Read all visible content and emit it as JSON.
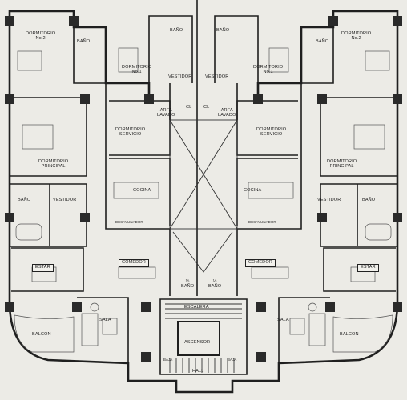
{
  "colors": {
    "paper": "#ecebe6",
    "wall": "#1f1f1f",
    "column": "#2a2a2a",
    "line": "#555555"
  },
  "labels": {
    "dormitorio_2": "DORMITORIO\nNo.2",
    "dormitorio_1": "DORMITORIO\nNo.1",
    "bano": "BAÑO",
    "vestidor": "VESTIDOR",
    "cl": "CL",
    "area_lavado": "ARFA\nLAVADO",
    "dormitorio_servicio": "DORMITORIO\nSERVICIO",
    "dormitorio_principal": "DORMITORIO\nPRINCIPAL",
    "cocina": "COCINA",
    "desayunador": "DESAYUNADOR",
    "estar": "ESTAR",
    "comedor": "COMEDOR",
    "medio_bano": "½\nBAÑO",
    "escalera": "ESCALERA",
    "ascensor": "ASCENSOR",
    "sala": "SALA",
    "balcon": "BALCON",
    "hall": "HALL",
    "bajada": "BAJA"
  }
}
